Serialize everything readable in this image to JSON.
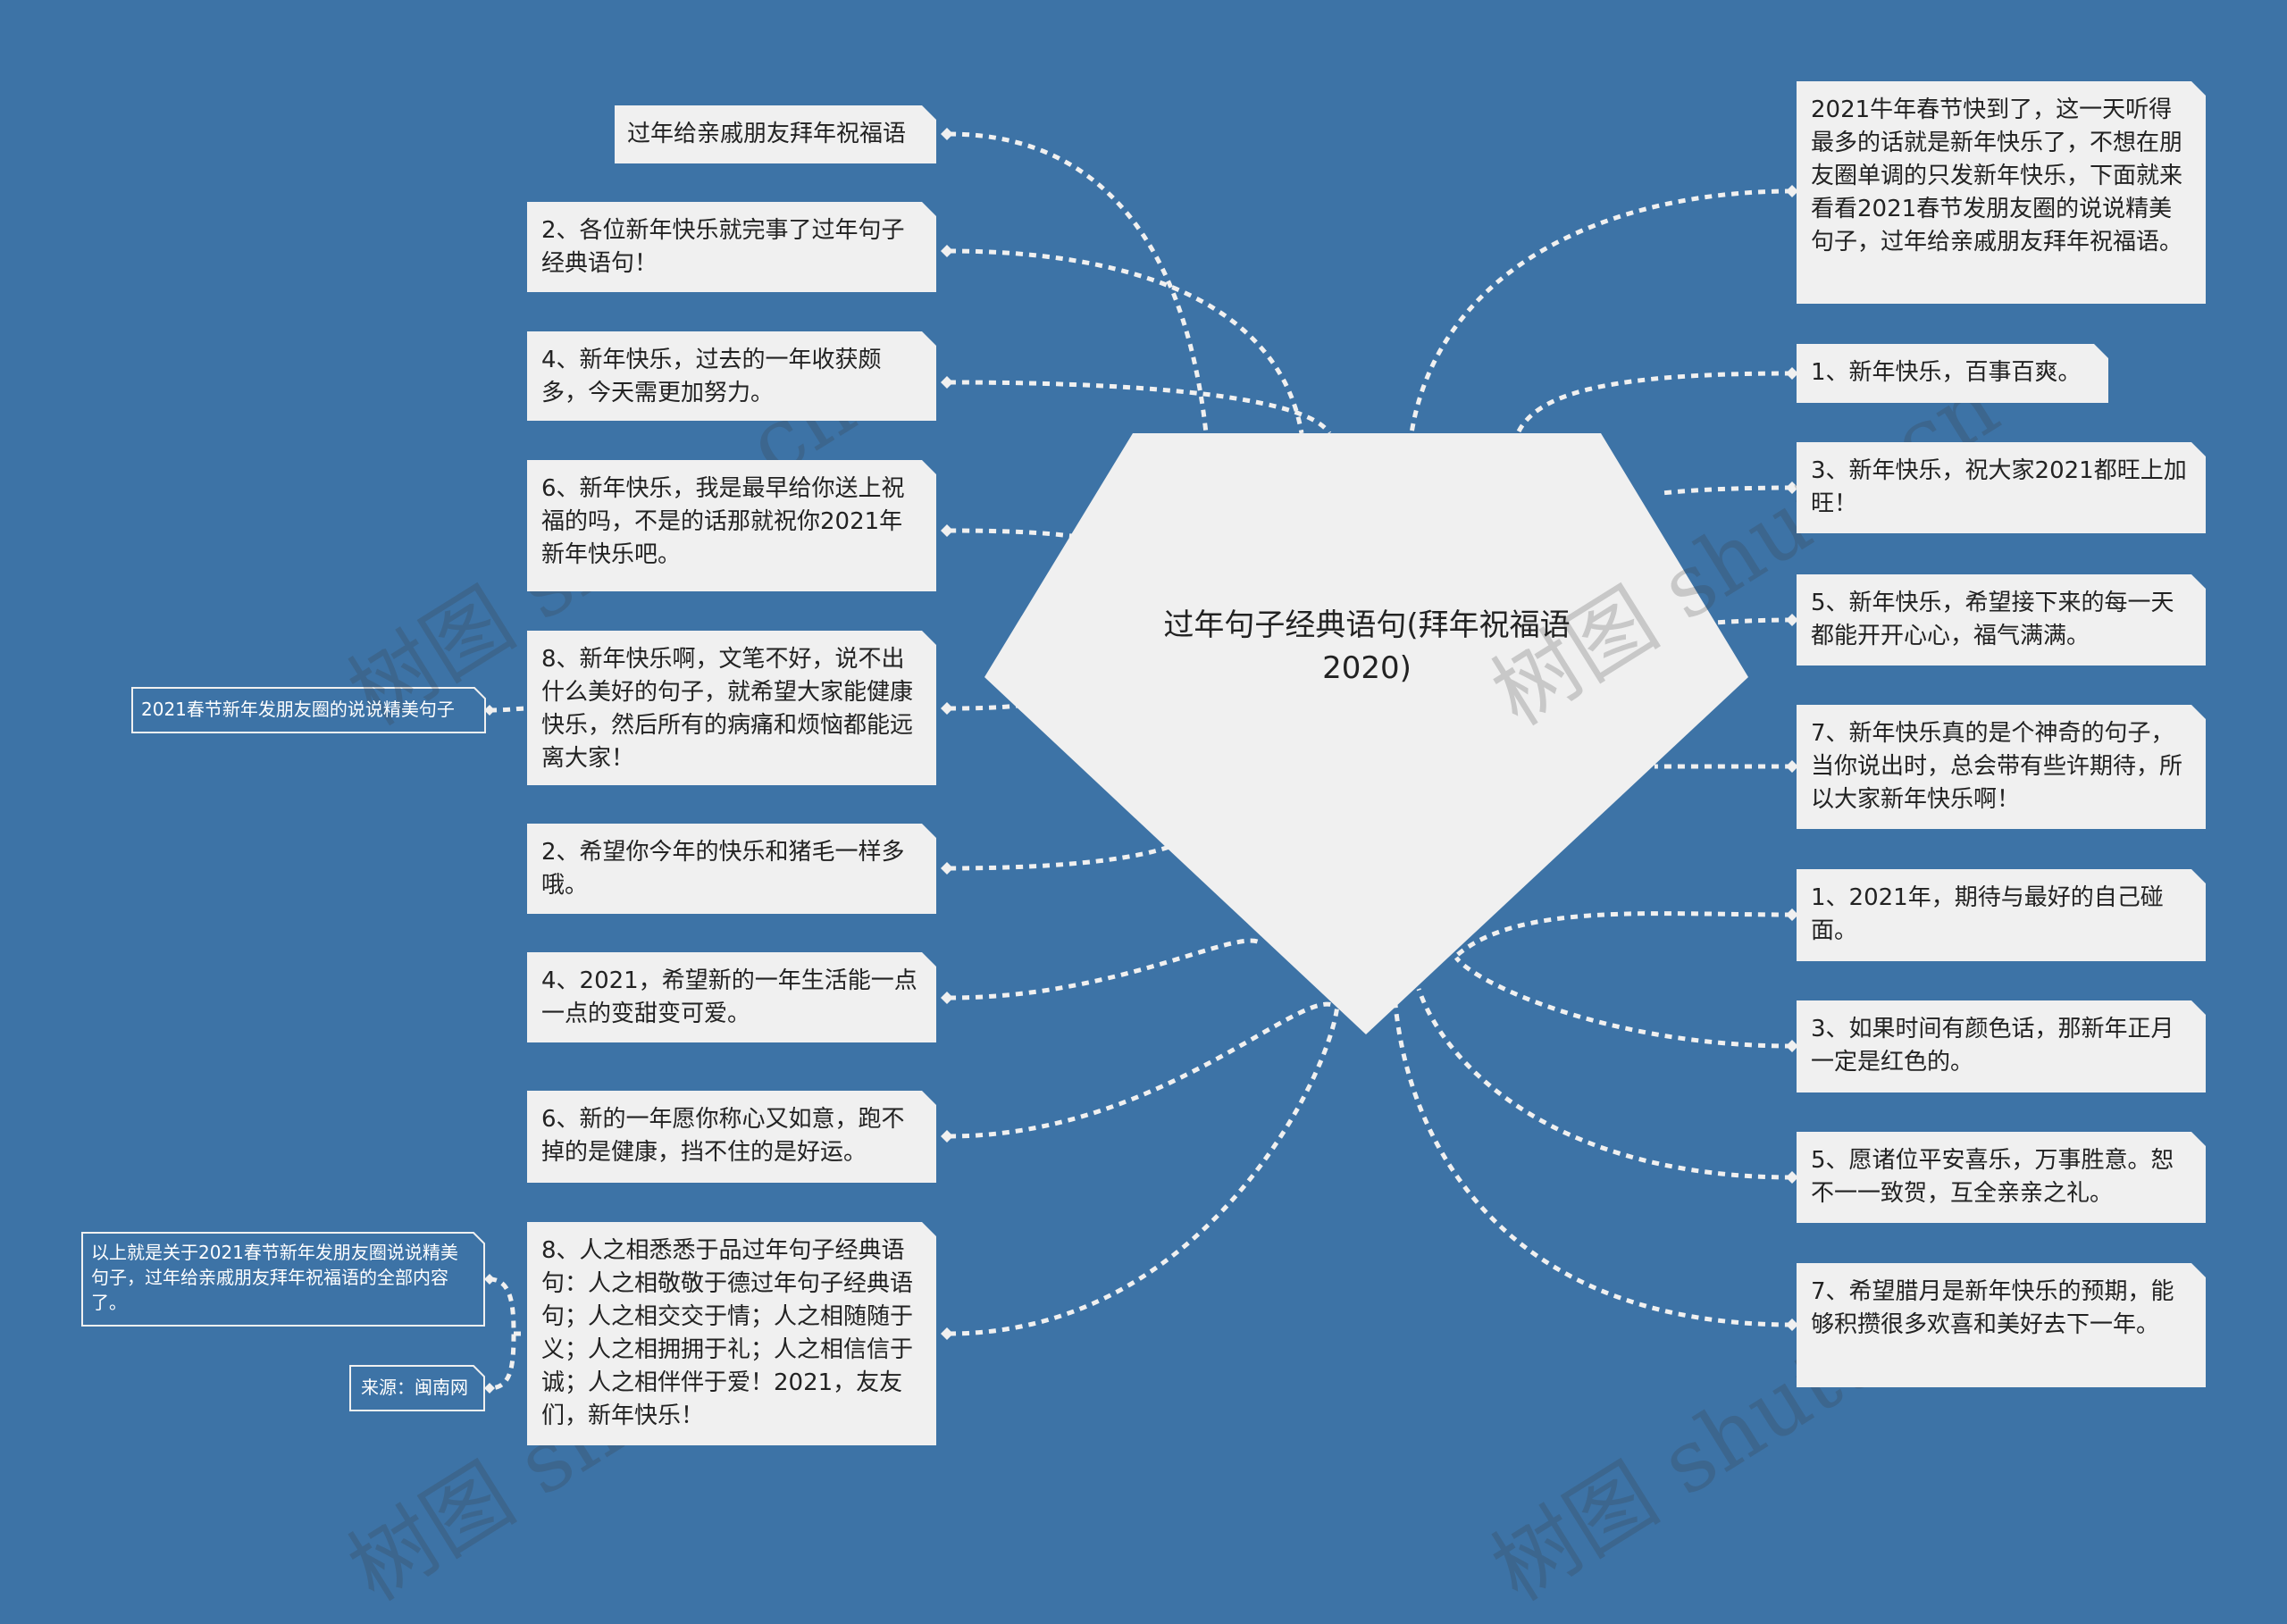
{
  "center": {
    "title": "过年句子经典语句(拜年祝福语2020)"
  },
  "left_nodes": [
    {
      "text": "过年给亲戚朋友拜年祝福语"
    },
    {
      "text": "2、各位新年快乐就完事了过年句子经典语句！"
    },
    {
      "text": "4、新年快乐，过去的一年收获颇多，今天需更加努力。"
    },
    {
      "text": "6、新年快乐，我是最早给你送上祝福的吗，不是的话那就祝你2021年新年快乐吧。"
    },
    {
      "text": "8、新年快乐啊，文笔不好，说不出什么美好的句子，就希望大家能健康快乐，然后所有的病痛和烦恼都能远离大家！"
    },
    {
      "text": "2、希望你今年的快乐和猪毛一样多哦。"
    },
    {
      "text": "4、2021，希望新的一年生活能一点一点的变甜变可爱。"
    },
    {
      "text": "6、新的一年愿你称心又如意，跑不掉的是健康，挡不住的是好运。"
    },
    {
      "text": "8、人之相悉悉于品过年句子经典语句：人之相敬敬于德过年句子经典语句；人之相交交于情；人之相随随于义；人之相拥拥于礼；人之相信信于诚；人之相伴伴于爱！2021，友友们，新年快乐！"
    }
  ],
  "right_nodes": [
    {
      "text": "2021牛年春节快到了，这一天听得最多的话就是新年快乐了，不想在朋友圈单调的只发新年快乐，下面就来看看2021春节发朋友圈的说说精美句子，过年给亲戚朋友拜年祝福语。"
    },
    {
      "text": "1、新年快乐，百事百爽。"
    },
    {
      "text": "3、新年快乐，祝大家2021都旺上加旺！"
    },
    {
      "text": "5、新年快乐，希望接下来的每一天都能开开心心，福气满满。"
    },
    {
      "text": "7、新年快乐真的是个神奇的句子，当你说出时，总会带有些许期待，所以大家新年快乐啊！"
    },
    {
      "text": "1、2021年，期待与最好的自己碰面。"
    },
    {
      "text": "3、如果时间有颜色话，那新年正月一定是红色的。"
    },
    {
      "text": "5、愿诸位平安喜乐，万事胜意。恕不一一致贺，互全亲亲之礼。"
    },
    {
      "text": "7、希望腊月是新年快乐的预期，能够积攒很多欢喜和美好去下一年。"
    }
  ],
  "sub_nodes": {
    "moments": {
      "text": "2021春节新年发朋友圈的说说精美句子"
    },
    "summary": {
      "text": "以上就是关于2021春节新年发朋友圈说说精美句子，过年给亲戚朋友拜年祝福语的全部内容了。"
    },
    "source": {
      "text": "来源：闽南网"
    }
  },
  "watermark": {
    "text": "树图 shutu.cn"
  },
  "colors": {
    "background": "#3d73a6",
    "node_fill": "#f0f0f0",
    "connector": "#f0f0f0",
    "text": "#222222"
  }
}
